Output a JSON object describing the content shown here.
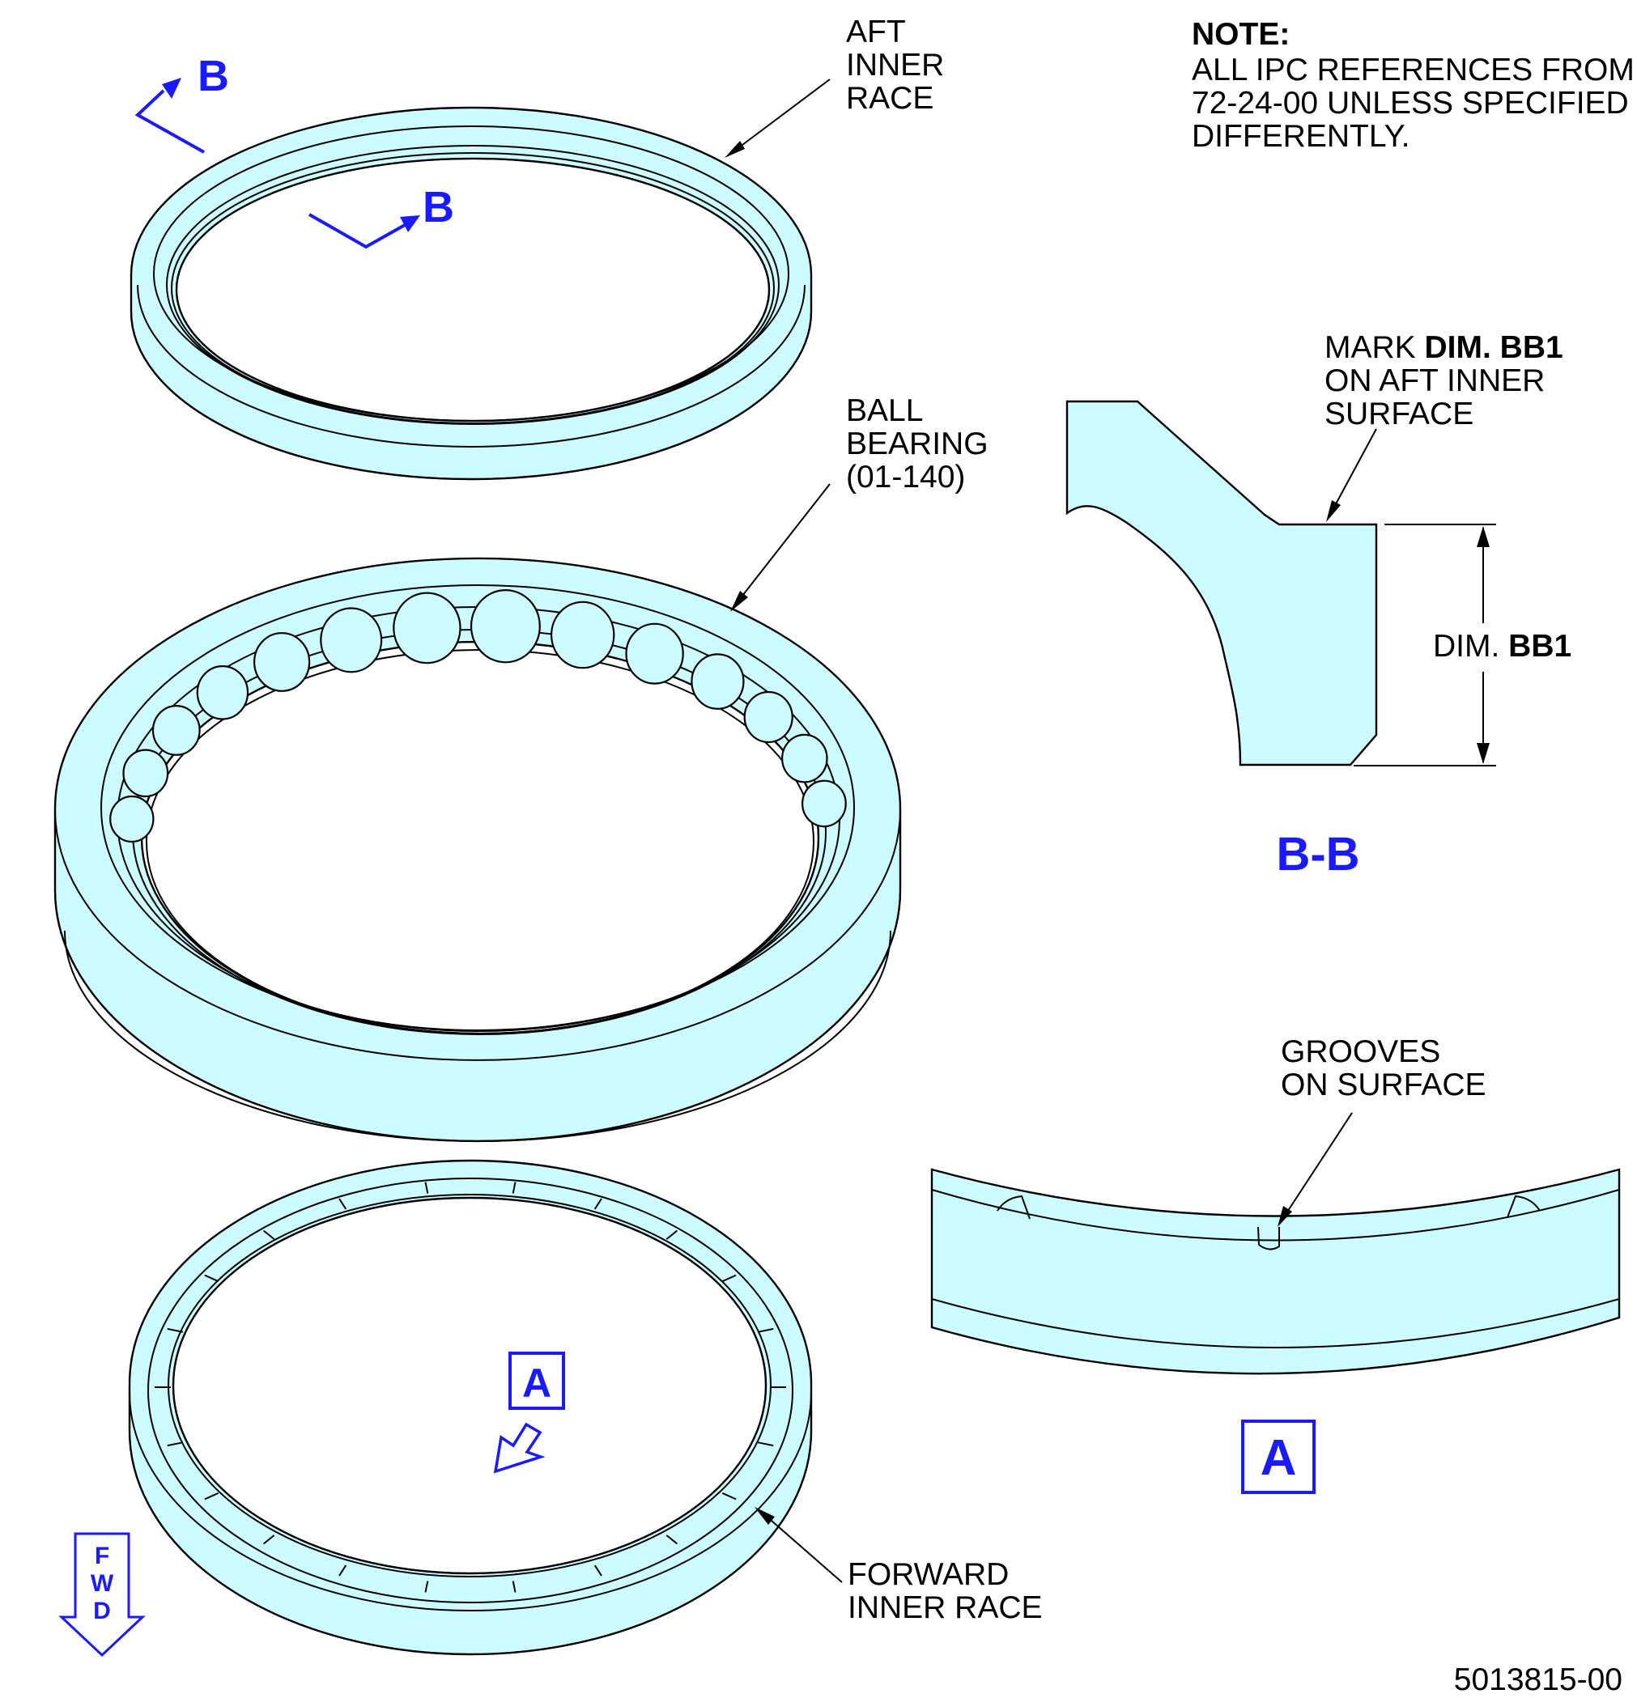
{
  "note": {
    "title": "NOTE:",
    "lines": [
      "ALL IPC REFERENCES FROM",
      "72-24-00 UNLESS SPECIFIED",
      "DIFFERENTLY."
    ]
  },
  "callouts": {
    "aft_inner_race": [
      "AFT",
      "INNER",
      "RACE"
    ],
    "ball_bearing": [
      "BALL",
      "BEARING",
      "(01-140)"
    ],
    "forward_inner_race": [
      "FORWARD",
      "INNER RACE"
    ],
    "mark_dim": {
      "line1_prefix": "MARK ",
      "line1_bold": "DIM. BB1",
      "line2": "ON AFT INNER",
      "line3": "SURFACE"
    },
    "dim_label": {
      "prefix": "DIM. ",
      "bold": "BB1"
    },
    "grooves": [
      "GROOVES",
      "ON SURFACE"
    ]
  },
  "section_markers": {
    "cut_letter": "B",
    "section_title": "B-B",
    "detail_letter": "A"
  },
  "fwd_arrow": [
    "F",
    "W",
    "D"
  ],
  "drawing_number": "5013815-00",
  "colors": {
    "part_fill": "#ccfcff",
    "line": "#000000",
    "callout_blue": "#1a1aff"
  }
}
